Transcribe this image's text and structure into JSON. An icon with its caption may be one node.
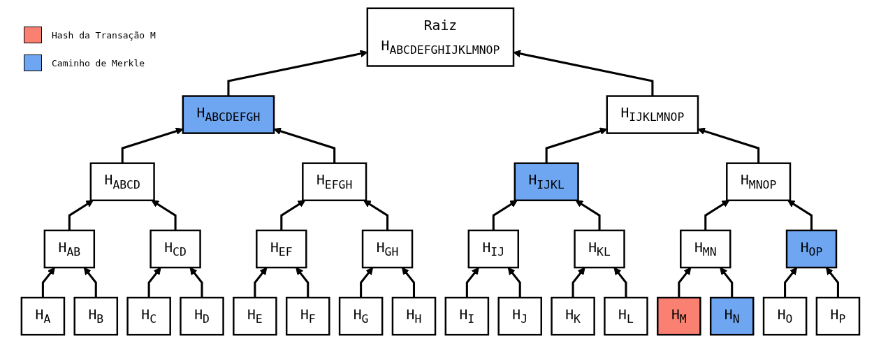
{
  "diagram": {
    "nodes": [
      {
        "text": [
          "Raiz",
          "H$_{ABCDEFGHIJKLMNOP}$"
        ]
      },
      {
        "text": [
          "H$_{ABCDEFGH}$"
        ]
      },
      {
        "text": [
          "H$_{IJKLMNOP}$"
        ]
      },
      {
        "text": [
          "H$_{ABCD}$"
        ]
      },
      {
        "text": [
          "H$_{EFGH}$"
        ]
      },
      {
        "text": [
          "H$_{IJKL}$"
        ]
      },
      {
        "text": [
          "H$_{MNOP}$"
        ]
      },
      {
        "text": [
          "H$_{AB}$"
        ]
      },
      {
        "text": [
          "H$_{CD}$"
        ]
      },
      {
        "text": [
          "H$_{EF}$"
        ]
      },
      {
        "text": [
          "H$_{GH}$"
        ]
      },
      {
        "text": [
          "H$_{IJ}$"
        ]
      },
      {
        "text": [
          "H$_{KL}$"
        ]
      },
      {
        "text": [
          "H$_{MN}$"
        ]
      },
      {
        "text": [
          "H$_{OP}$"
        ]
      },
      {
        "text": [
          "H$_{A}$"
        ]
      },
      {
        "text": [
          "H$_{B}$"
        ]
      },
      {
        "text": [
          "H$_{C}$"
        ]
      },
      {
        "text": [
          "H$_{D}$"
        ]
      },
      {
        "text": [
          "H$_{E}$"
        ]
      },
      {
        "text": [
          "H$_{F}$"
        ]
      },
      {
        "text": [
          "H$_{G}$"
        ]
      },
      {
        "text": [
          "H$_{H}$"
        ]
      },
      {
        "text": [
          "H$_{I}$"
        ]
      },
      {
        "text": [
          "H$_{J}$"
        ]
      },
      {
        "text": [
          "H$_{K}$"
        ]
      },
      {
        "text": [
          "H$_{L}$"
        ]
      },
      {
        "text": [
          "H$_{M}$"
        ]
      },
      {
        "text": [
          "H$_{N}$"
        ]
      },
      {
        "text": [
          "H$_{O}$"
        ]
      },
      {
        "text": [
          "H$_{P}$"
        ]
      }
    ],
    "edges": [
      {
        "from": 1,
        "to": 0,
        "arrow": "to"
      },
      {
        "from": 2,
        "to": 0,
        "arrow": "to"
      },
      {
        "from": 3,
        "to": 1,
        "arrow": "to"
      },
      {
        "from": 4,
        "to": 1,
        "arrow": "to"
      },
      {
        "from": 5,
        "to": 2,
        "arrow": "to"
      },
      {
        "from": 6,
        "to": 2,
        "arrow": "to"
      },
      {
        "from": 7,
        "to": 3,
        "arrow": "to"
      },
      {
        "from": 8,
        "to": 3,
        "arrow": "to"
      },
      {
        "from": 9,
        "to": 4,
        "arrow": "to"
      },
      {
        "from": 10,
        "to": 4,
        "arrow": "to"
      },
      {
        "from": 11,
        "to": 5,
        "arrow": "to"
      },
      {
        "from": 12,
        "to": 5,
        "arrow": "to"
      },
      {
        "from": 13,
        "to": 6,
        "arrow": "to"
      },
      {
        "from": 14,
        "to": 6,
        "arrow": "to"
      },
      {
        "from": 15,
        "to": 7,
        "arrow": "to"
      },
      {
        "from": 16,
        "to": 7,
        "arrow": "to"
      },
      {
        "from": 17,
        "to": 8,
        "arrow": "to"
      },
      {
        "from": 18,
        "to": 8,
        "arrow": "to"
      },
      {
        "from": 19,
        "to": 9,
        "arrow": "to"
      },
      {
        "from": 20,
        "to": 9,
        "arrow": "to"
      },
      {
        "from": 21,
        "to": 10,
        "arrow": "to"
      },
      {
        "from": 22,
        "to": 10,
        "arrow": "to"
      },
      {
        "from": 23,
        "to": 11,
        "arrow": "to"
      },
      {
        "from": 24,
        "to": 11,
        "arrow": "to"
      },
      {
        "from": 25,
        "to": 12,
        "arrow": "to"
      },
      {
        "from": 26,
        "to": 12,
        "arrow": "to"
      },
      {
        "from": 27,
        "to": 13,
        "arrow": "to"
      },
      {
        "from": 28,
        "to": 13,
        "arrow": "to"
      },
      {
        "from": 29,
        "to": 14,
        "arrow": "to"
      },
      {
        "from": 30,
        "to": 14,
        "arrow": "to"
      }
    ],
    "legend": [
      {
        "text": "Hash da Transação M",
        "color": "#fa8072"
      },
      {
        "text": "Caminho de Merkle",
        "color": "#6ea6f2"
      }
    ]
  }
}
